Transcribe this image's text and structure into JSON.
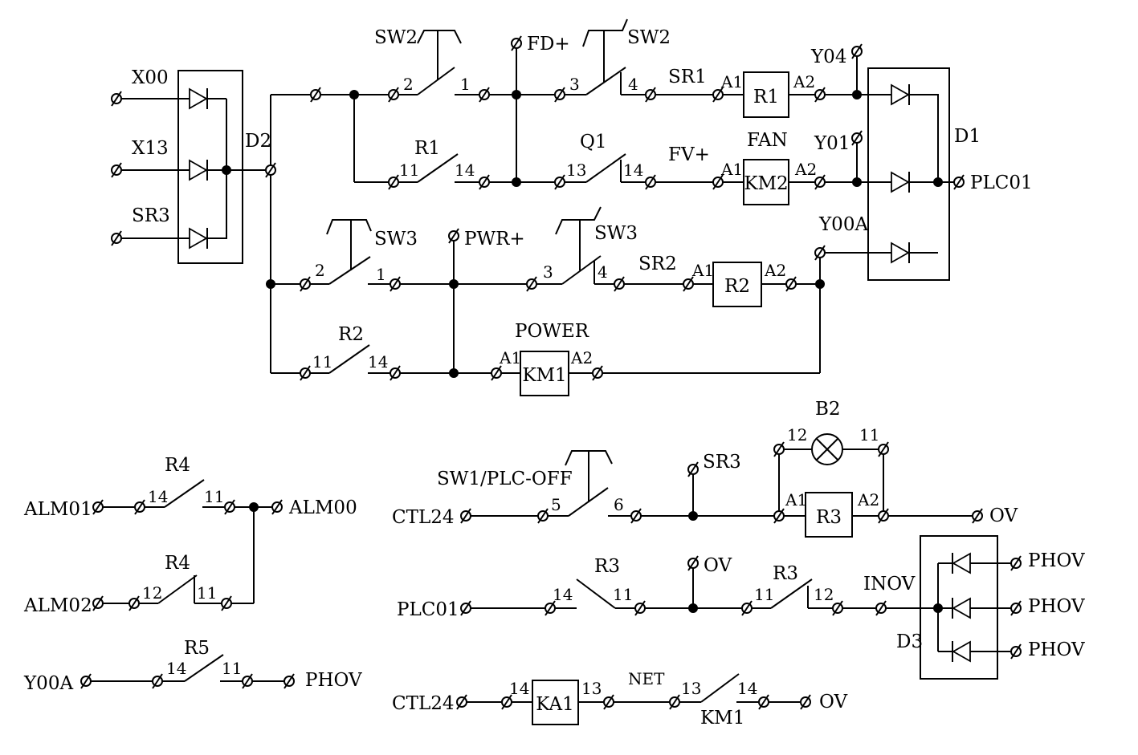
{
  "colors": {
    "line": "#000000",
    "background": "#ffffff"
  },
  "diode_blocks": {
    "d2": {
      "label": "D2"
    },
    "d1": {
      "label": "D1"
    },
    "d3": {
      "label": "D3"
    }
  },
  "terminals": {
    "x00": "X00",
    "x13": "X13",
    "sr3_in": "SR3",
    "fd_plus": "FD+",
    "pwr_plus": "PWR+",
    "y04": "Y04",
    "y01": "Y01",
    "y00a": "Y00A",
    "plc01_out": "PLC01",
    "alm01": "ALM01",
    "alm02": "ALM02",
    "alm00": "ALM00",
    "y00a_in": "Y00A",
    "phov_r5": "PHOV",
    "ctl24_a": "CTL24",
    "ctl24_b": "CTL24",
    "plc01_in": "PLC01",
    "sr3_tap": "SR3",
    "ov_sr3": "OV",
    "ov_tap": "OV",
    "ov_km1": "OV",
    "inov": "INOV",
    "phov_1": "PHOV",
    "phov_2": "PHOV",
    "phov_3": "PHOV",
    "net": "NET"
  },
  "switches": {
    "sw2_a": "SW2",
    "sw2_b": "SW2",
    "sw3_a": "SW3",
    "sw3_b": "SW3",
    "sw1": "SW1/PLC-OFF",
    "r1": "R1",
    "q1": "Q1",
    "r2": "R2",
    "r4_a": "R4",
    "r4_b": "R4",
    "r5": "R5",
    "r3_a": "R3",
    "r3_b": "R3",
    "km1": "KM1"
  },
  "coils": {
    "r1": {
      "label": "R1",
      "tag": "SR1"
    },
    "km2": {
      "label": "KM2",
      "tag": "FV+",
      "function": "FAN"
    },
    "r2": {
      "label": "R2",
      "tag": "SR2"
    },
    "km1": {
      "label": "KM1",
      "function": "POWER"
    },
    "r3": {
      "label": "R3"
    },
    "ka1": {
      "label": "KA1"
    },
    "b2": {
      "label": "B2"
    }
  },
  "pins": {
    "n1": "1",
    "n2": "2",
    "n3": "3",
    "n4": "4",
    "n5": "5",
    "n6": "6",
    "n11": "11",
    "n12": "12",
    "n13": "13",
    "n14": "14",
    "a1": "A1",
    "a2": "A2"
  }
}
